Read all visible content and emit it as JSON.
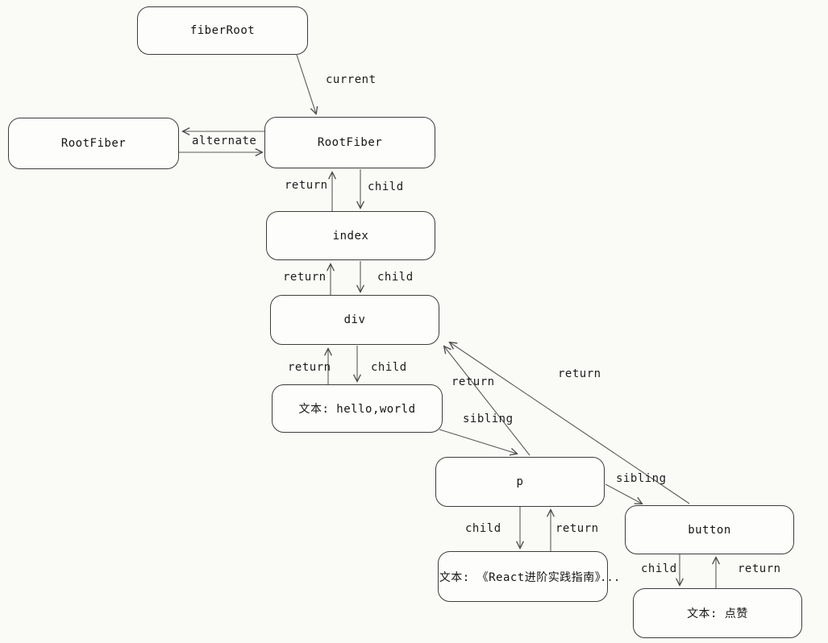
{
  "nodes": {
    "fiber_root": "fiberRoot",
    "root_fiber_alternate": "RootFiber",
    "root_fiber": "RootFiber",
    "index": "index",
    "div": "div",
    "text_hello": "文本: hello,world",
    "p": "p",
    "text_react": "文本: 《React进阶实践指南》",
    "text_react_ellipsis": "...",
    "button": "button",
    "text_like": "文本: 点赞"
  },
  "edge_labels": {
    "current": "current",
    "alternate": "alternate",
    "return": "return",
    "child": "child",
    "sibling": "sibling"
  }
}
